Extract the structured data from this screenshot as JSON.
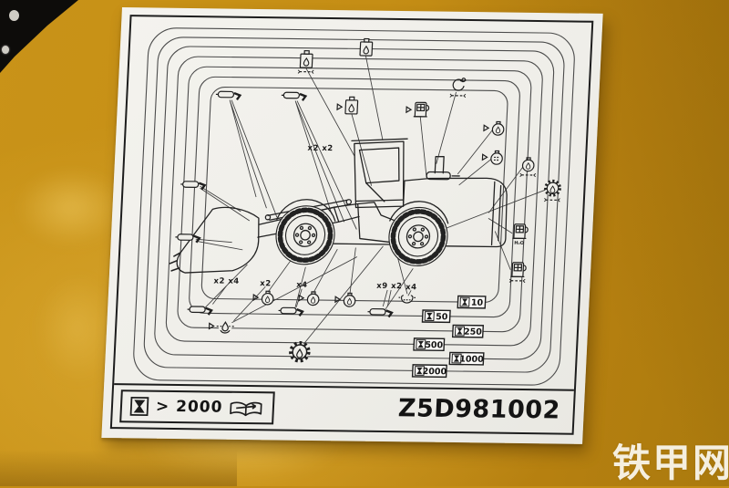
{
  "photo": {
    "watermark_text": "铁甲网",
    "colors": {
      "panel_yellow": "#c48d15",
      "sticker_white": "#efeee9",
      "line_black": "#1d1d1d"
    }
  },
  "decal": {
    "part_number": "Z5D981002",
    "legend": {
      "hourglass_icon": "hourglass-in-box-icon",
      "threshold_text": "> 2000",
      "book_icon": "operators-manual-book-icon"
    },
    "interval_boxes": [
      {
        "hours": "10"
      },
      {
        "hours": "50"
      },
      {
        "hours": "250"
      },
      {
        "hours": "500"
      },
      {
        "hours": "1000"
      },
      {
        "hours": "2000"
      }
    ],
    "multiplier_labels": [
      {
        "text": "x2 x2"
      },
      {
        "text": "x2 x4"
      },
      {
        "text": "x2"
      },
      {
        "text": "x4"
      },
      {
        "text": "x9 x2"
      },
      {
        "text": "x4"
      }
    ],
    "water_separator_label": "H₂O",
    "icons": {
      "grease_gun": "grease-point-icon",
      "oil_can": "oil-can-icon",
      "oil_level": "oil-level-icon",
      "gear_oil": "gear-oil-icon",
      "fuel_filter": "fuel-filter-icon",
      "water_separator": "water-separator-icon",
      "rotate": "replace-rotate-icon",
      "coolant": "coolant-icon",
      "hourglass": "service-interval-hourglass-icon"
    }
  }
}
